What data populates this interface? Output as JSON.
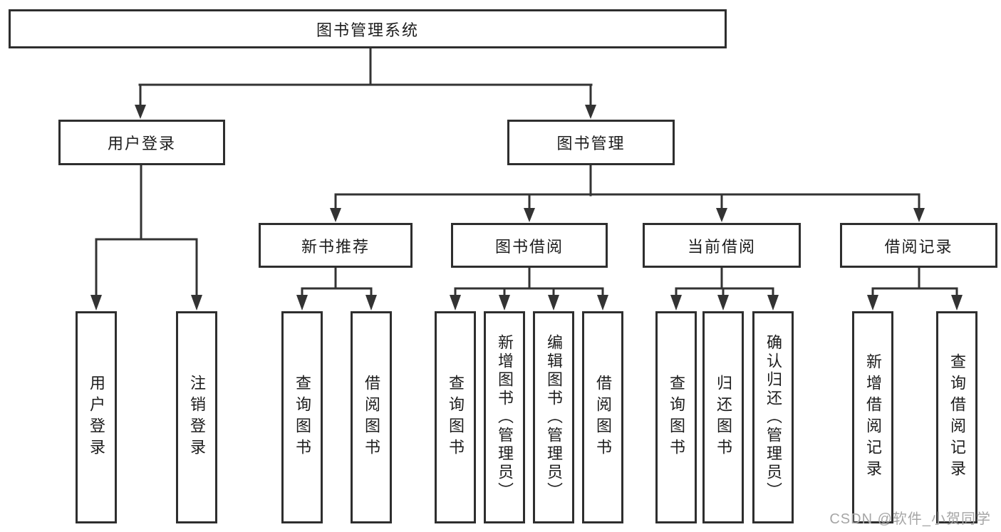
{
  "tree": {
    "root": {
      "label": "图书管理系统"
    },
    "branches": [
      {
        "label": "用户登录",
        "children": [
          {
            "label": "用户登录"
          },
          {
            "label": "注销登录"
          }
        ]
      },
      {
        "label": "图书管理",
        "children": [
          {
            "label": "新书推荐",
            "children": [
              {
                "label": "查询图书"
              },
              {
                "label": "借阅图书"
              }
            ]
          },
          {
            "label": "图书借阅",
            "children": [
              {
                "label": "查询图书"
              },
              {
                "label": "新增图书（管理员）"
              },
              {
                "label": "编辑图书（管理员）"
              },
              {
                "label": "借阅图书"
              }
            ]
          },
          {
            "label": "当前借阅",
            "children": [
              {
                "label": "查询图书"
              },
              {
                "label": "归还图书"
              },
              {
                "label": "确认归还（管理员）"
              }
            ]
          },
          {
            "label": "借阅记录",
            "children": [
              {
                "label": "新增借阅记录"
              },
              {
                "label": "查询借阅记录"
              }
            ]
          }
        ]
      }
    ]
  },
  "watermark": {
    "text": "CSDN @软件_小贺同学"
  },
  "colors": {
    "line": "#333333",
    "box_border": "#2e2e2e",
    "text": "#1d1d1d",
    "watermark": "#a6a6a6",
    "background": "#ffffff"
  }
}
